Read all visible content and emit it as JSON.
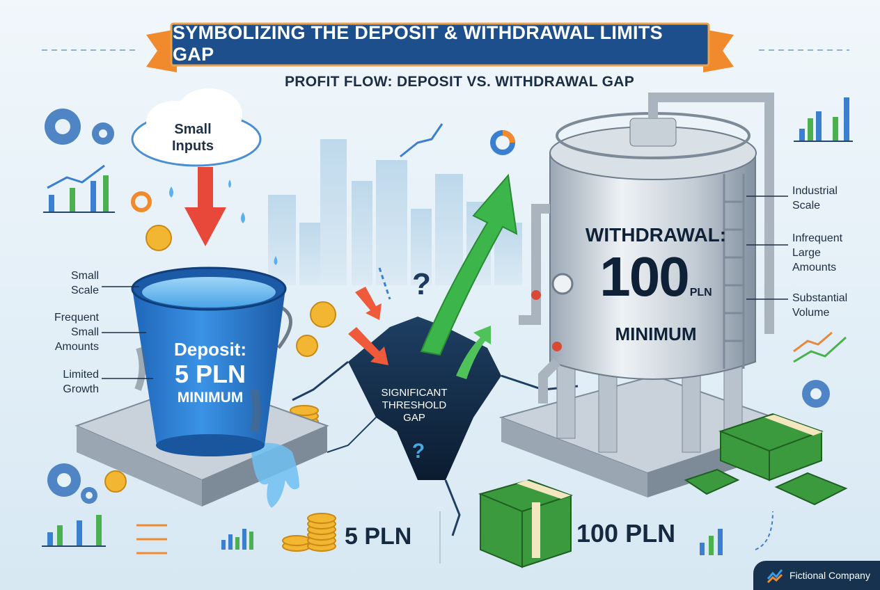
{
  "title": "SYMBOLIZING THE DEPOSIT & WITHDRAWAL LIMITS GAP",
  "subtitle": "PROFIT FLOW: DEPOSIT VS. WITHDRAWAL GAP",
  "cloud": {
    "line1": "Small",
    "line2": "Inputs"
  },
  "bucket": {
    "line1": "Deposit:",
    "line2": "5 PLN",
    "line3": "MINIMUM",
    "labels": [
      {
        "line1": "Small",
        "line2": "Scale"
      },
      {
        "line1": "Frequent",
        "line2": "Small",
        "line3": "Amounts"
      },
      {
        "line1": "Limited",
        "line2": "Growth"
      }
    ]
  },
  "gap": {
    "line1": "SIGNIFICANT",
    "line2": "THRESHOLD",
    "line3": "GAP",
    "mark": "?"
  },
  "tank": {
    "line1": "WITHDRAWAL:",
    "amount": "100",
    "unit": "PLN",
    "line3": "MINIMUM",
    "labels": [
      {
        "line1": "Industrial",
        "line2": "Scale"
      },
      {
        "line1": "Infrequent",
        "line2": "Large",
        "line3": "Amounts"
      },
      {
        "line1": "Substantial",
        "line2": "Volume"
      }
    ]
  },
  "bottom": {
    "deposit_amount": "5 PLN",
    "withdrawal_amount": "100 PLN"
  },
  "brand": {
    "name": "Fictional Company"
  },
  "colors": {
    "banner": "#1d4f8c",
    "ribbon": "#f08a2c",
    "bucket": "#2d7fd4",
    "arrow_up": "#3cb54a",
    "arrow_down": "#e8483a",
    "cash": "#3c9a3e",
    "brand_bg": "#16324f"
  }
}
